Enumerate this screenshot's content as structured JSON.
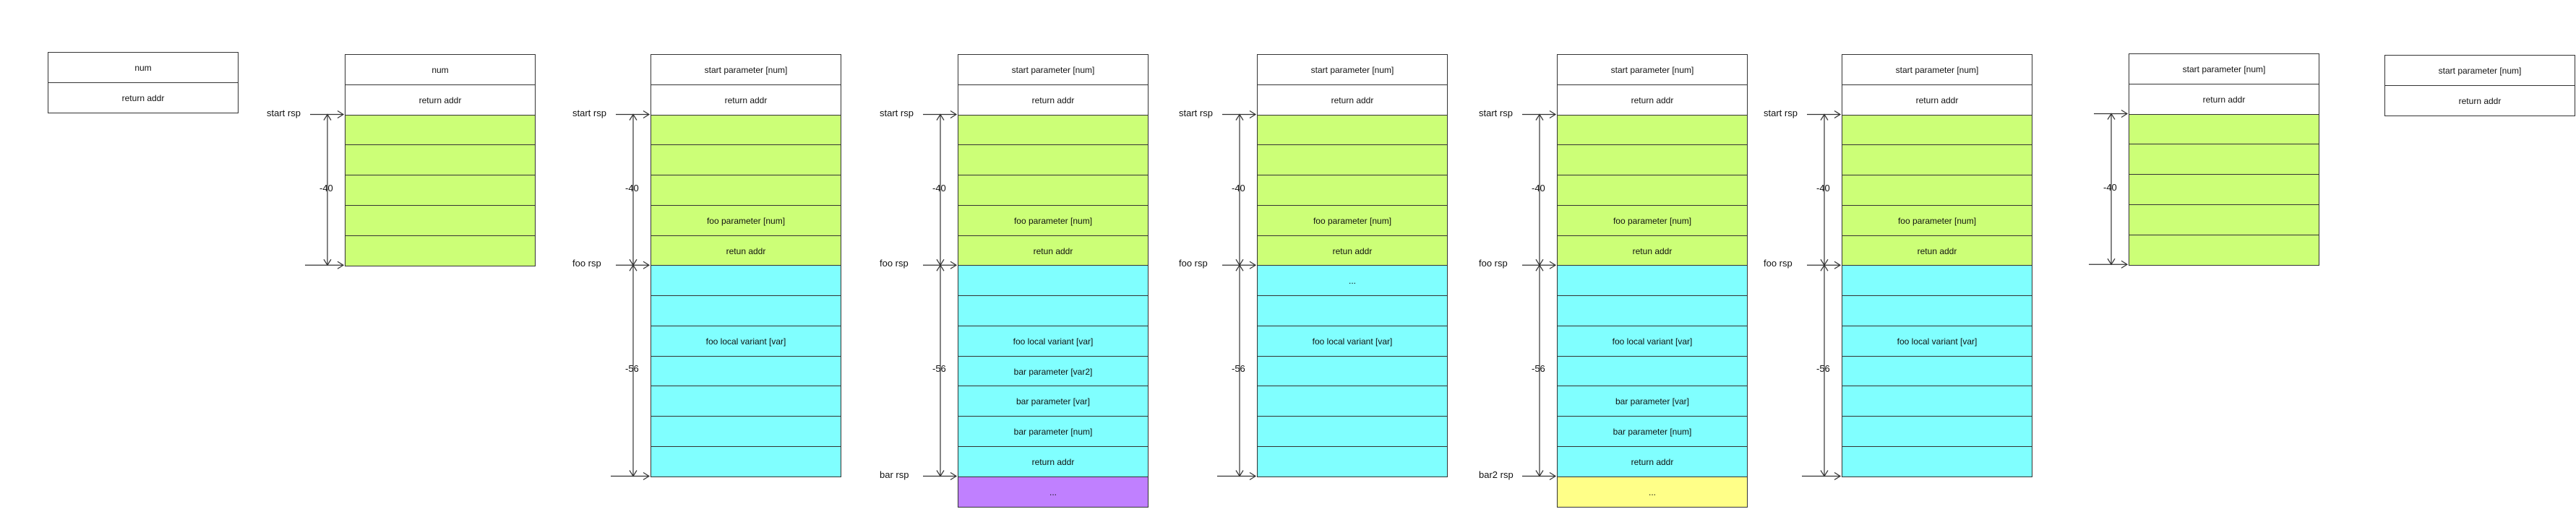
{
  "colors": {
    "green": "#ccff77",
    "cyan": "#80ffff",
    "purple": "#c080ff",
    "yellow": "#ffff88",
    "line": "#333333"
  },
  "stacks": [
    {
      "id": "stack-1",
      "cells": [
        {
          "text": "num",
          "color": "white"
        },
        {
          "text": "return addr",
          "color": "white"
        }
      ],
      "pointers": [],
      "dims": []
    },
    {
      "id": "stack-2",
      "cells": [
        {
          "text": "num",
          "color": "white"
        },
        {
          "text": "return addr",
          "color": "white"
        },
        {
          "text": "",
          "color": "green"
        },
        {
          "text": "",
          "color": "green"
        },
        {
          "text": "",
          "color": "green"
        },
        {
          "text": "",
          "color": "green"
        },
        {
          "text": "",
          "color": "green"
        }
      ],
      "pointers": [
        {
          "label": "start rsp",
          "row": 2
        }
      ],
      "dims": [
        {
          "label": "-40",
          "from": 2,
          "to": 7
        }
      ]
    },
    {
      "id": "stack-3",
      "cells": [
        {
          "text": "start parameter [num]",
          "color": "white"
        },
        {
          "text": "return addr",
          "color": "white"
        },
        {
          "text": "",
          "color": "green"
        },
        {
          "text": "",
          "color": "green"
        },
        {
          "text": "",
          "color": "green"
        },
        {
          "text": "foo parameter [num]",
          "color": "green"
        },
        {
          "text": "retun addr",
          "color": "green"
        },
        {
          "text": "",
          "color": "cyan"
        },
        {
          "text": "",
          "color": "cyan"
        },
        {
          "text": "foo local variant [var]",
          "color": "cyan"
        },
        {
          "text": "",
          "color": "cyan"
        },
        {
          "text": "",
          "color": "cyan"
        },
        {
          "text": "",
          "color": "cyan"
        },
        {
          "text": "",
          "color": "cyan"
        }
      ],
      "pointers": [
        {
          "label": "start rsp",
          "row": 2
        },
        {
          "label": "foo rsp",
          "row": 7
        }
      ],
      "dims": [
        {
          "label": "-40",
          "from": 2,
          "to": 7
        },
        {
          "label": "-56",
          "from": 7,
          "to": 14
        }
      ]
    },
    {
      "id": "stack-4",
      "cells": [
        {
          "text": "start parameter [num]",
          "color": "white"
        },
        {
          "text": "return addr",
          "color": "white"
        },
        {
          "text": "",
          "color": "green"
        },
        {
          "text": "",
          "color": "green"
        },
        {
          "text": "",
          "color": "green"
        },
        {
          "text": "foo parameter [num]",
          "color": "green"
        },
        {
          "text": "retun addr",
          "color": "green"
        },
        {
          "text": "",
          "color": "cyan"
        },
        {
          "text": "",
          "color": "cyan"
        },
        {
          "text": "foo local variant [var]",
          "color": "cyan"
        },
        {
          "text": "bar parameter [var2]",
          "color": "cyan"
        },
        {
          "text": "bar parameter [var]",
          "color": "cyan"
        },
        {
          "text": "bar parameter [num]",
          "color": "cyan"
        },
        {
          "text": "return addr",
          "color": "cyan"
        },
        {
          "text": "...",
          "color": "purple"
        }
      ],
      "pointers": [
        {
          "label": "start rsp",
          "row": 2
        },
        {
          "label": "foo rsp",
          "row": 7
        },
        {
          "label": "bar rsp",
          "row": 14
        }
      ],
      "dims": [
        {
          "label": "-40",
          "from": 2,
          "to": 7
        },
        {
          "label": "-56",
          "from": 7,
          "to": 14
        }
      ]
    },
    {
      "id": "stack-5",
      "cells": [
        {
          "text": "start parameter [num]",
          "color": "white"
        },
        {
          "text": "return addr",
          "color": "white"
        },
        {
          "text": "",
          "color": "green"
        },
        {
          "text": "",
          "color": "green"
        },
        {
          "text": "",
          "color": "green"
        },
        {
          "text": "foo parameter [num]",
          "color": "green"
        },
        {
          "text": "retun addr",
          "color": "green"
        },
        {
          "text": "...",
          "color": "cyan"
        },
        {
          "text": "",
          "color": "cyan"
        },
        {
          "text": "foo local variant [var]",
          "color": "cyan"
        },
        {
          "text": "",
          "color": "cyan"
        },
        {
          "text": "",
          "color": "cyan"
        },
        {
          "text": "",
          "color": "cyan"
        },
        {
          "text": "",
          "color": "cyan"
        }
      ],
      "pointers": [
        {
          "label": "start rsp",
          "row": 2
        },
        {
          "label": "foo rsp",
          "row": 7
        }
      ],
      "dims": [
        {
          "label": "-40",
          "from": 2,
          "to": 7
        },
        {
          "label": "-56",
          "from": 7,
          "to": 14
        }
      ]
    },
    {
      "id": "stack-6",
      "cells": [
        {
          "text": "start parameter [num]",
          "color": "white"
        },
        {
          "text": "return addr",
          "color": "white"
        },
        {
          "text": "",
          "color": "green"
        },
        {
          "text": "",
          "color": "green"
        },
        {
          "text": "",
          "color": "green"
        },
        {
          "text": "foo parameter [num]",
          "color": "green"
        },
        {
          "text": "retun addr",
          "color": "green"
        },
        {
          "text": "",
          "color": "cyan"
        },
        {
          "text": "",
          "color": "cyan"
        },
        {
          "text": "foo local variant [var]",
          "color": "cyan"
        },
        {
          "text": "",
          "color": "cyan"
        },
        {
          "text": "bar parameter [var]",
          "color": "cyan"
        },
        {
          "text": "bar parameter [num]",
          "color": "cyan"
        },
        {
          "text": "return addr",
          "color": "cyan"
        },
        {
          "text": "...",
          "color": "yellow"
        }
      ],
      "pointers": [
        {
          "label": "start rsp",
          "row": 2
        },
        {
          "label": "foo rsp",
          "row": 7
        },
        {
          "label": "bar2 rsp",
          "row": 14
        }
      ],
      "dims": [
        {
          "label": "-40",
          "from": 2,
          "to": 7
        },
        {
          "label": "-56",
          "from": 7,
          "to": 14
        }
      ]
    },
    {
      "id": "stack-7",
      "cells": [
        {
          "text": "start parameter [num]",
          "color": "white"
        },
        {
          "text": "return addr",
          "color": "white"
        },
        {
          "text": "",
          "color": "green"
        },
        {
          "text": "",
          "color": "green"
        },
        {
          "text": "",
          "color": "green"
        },
        {
          "text": "foo parameter [num]",
          "color": "green"
        },
        {
          "text": "retun addr",
          "color": "green"
        },
        {
          "text": "",
          "color": "cyan"
        },
        {
          "text": "",
          "color": "cyan"
        },
        {
          "text": "foo local variant [var]",
          "color": "cyan"
        },
        {
          "text": "",
          "color": "cyan"
        },
        {
          "text": "",
          "color": "cyan"
        },
        {
          "text": "",
          "color": "cyan"
        },
        {
          "text": "",
          "color": "cyan"
        }
      ],
      "pointers": [
        {
          "label": "start rsp",
          "row": 2
        },
        {
          "label": "foo rsp",
          "row": 7
        }
      ],
      "dims": [
        {
          "label": "-40",
          "from": 2,
          "to": 7
        },
        {
          "label": "-56",
          "from": 7,
          "to": 14
        }
      ]
    },
    {
      "id": "stack-8",
      "cells": [
        {
          "text": "start parameter [num]",
          "color": "white"
        },
        {
          "text": "return addr",
          "color": "white"
        },
        {
          "text": "",
          "color": "green"
        },
        {
          "text": "",
          "color": "green"
        },
        {
          "text": "",
          "color": "green"
        },
        {
          "text": "",
          "color": "green"
        },
        {
          "text": "",
          "color": "green"
        }
      ],
      "pointers": [
        {
          "label": "",
          "row": 2
        }
      ],
      "dims": [
        {
          "label": "-40",
          "from": 2,
          "to": 7
        }
      ]
    },
    {
      "id": "stack-9",
      "cells": [
        {
          "text": "start parameter [num]",
          "color": "white"
        },
        {
          "text": "return addr",
          "color": "white"
        }
      ],
      "pointers": [],
      "dims": []
    }
  ]
}
